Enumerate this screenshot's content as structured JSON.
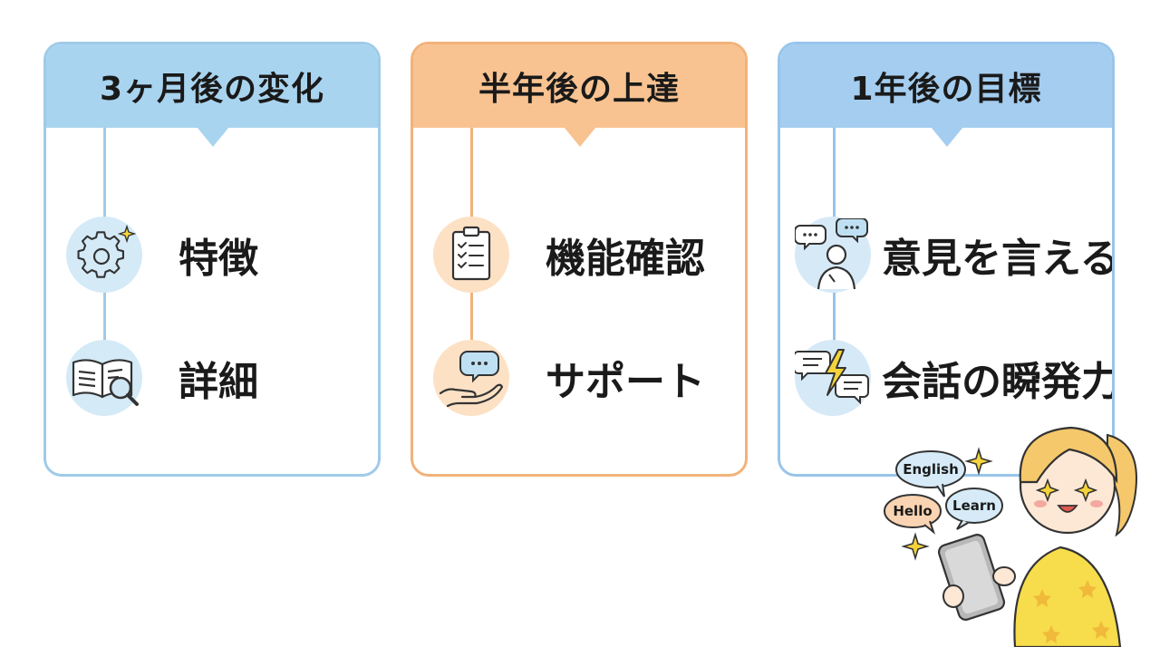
{
  "cards": [
    {
      "title": "3ヶ月後の変化",
      "items": [
        {
          "icon": "gear-sparkle-icon",
          "label": "特徴"
        },
        {
          "icon": "book-magnifier-icon",
          "label": "詳細"
        }
      ]
    },
    {
      "title": "半年後の上達",
      "items": [
        {
          "icon": "clipboard-checklist-icon",
          "label": "機能確認"
        },
        {
          "icon": "hand-speech-bubble-icon",
          "label": "サポート"
        }
      ]
    },
    {
      "title": "1年後の目標",
      "items": [
        {
          "icon": "person-speech-icon",
          "label": "意見を言える"
        },
        {
          "icon": "chat-lightning-icon",
          "label": "会話の瞬発力"
        }
      ]
    }
  ],
  "illustration": {
    "bubbles": [
      "English",
      "Hello",
      "Learn"
    ]
  },
  "colors": {
    "blue_header": "#a9d4ef",
    "orange_header": "#f8c391",
    "sky_header": "#a4cdef"
  }
}
